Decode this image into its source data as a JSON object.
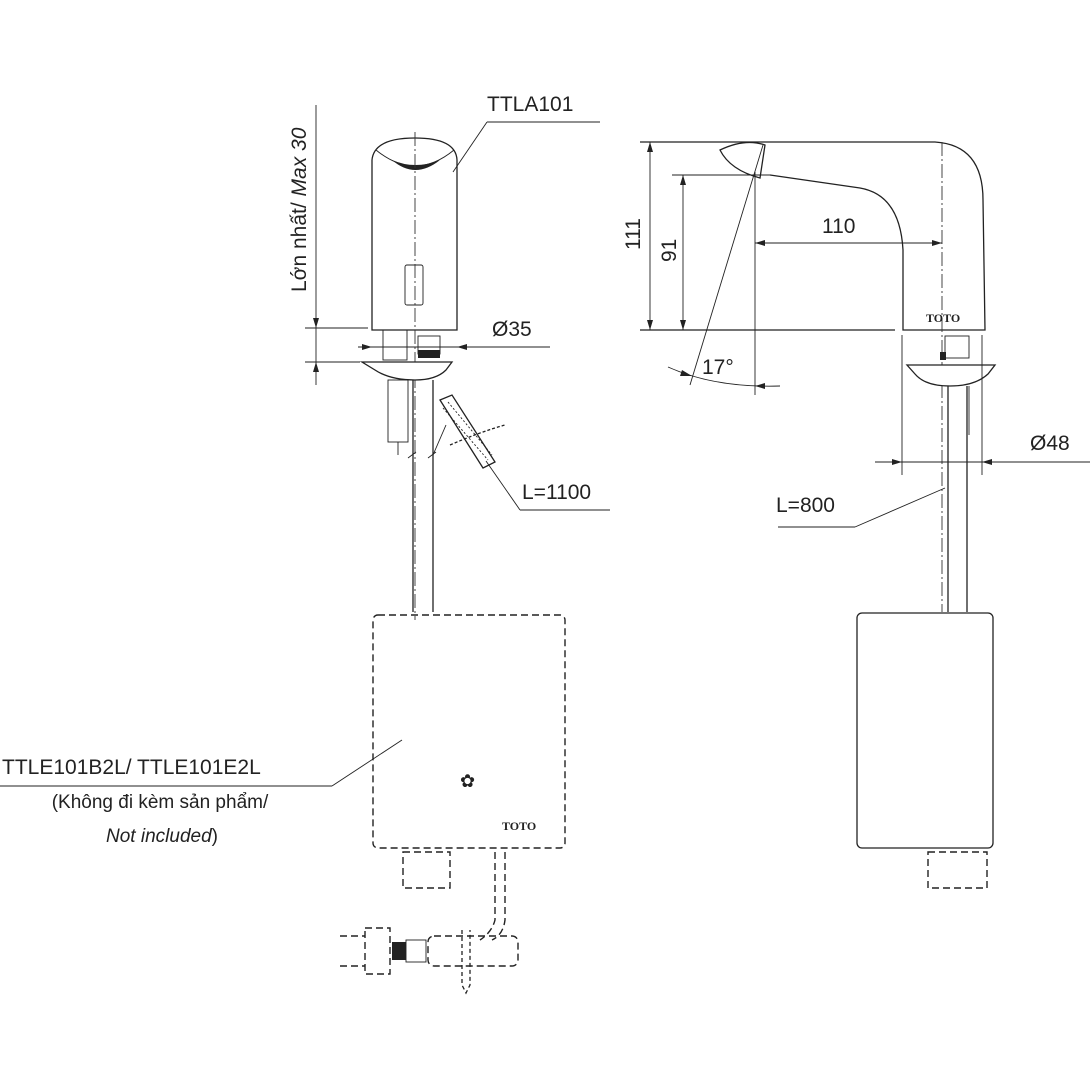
{
  "labels": {
    "max_height": "Lớn nhất/ ",
    "max_height_en": "Max 30",
    "sensor_model": "TTLA101",
    "diameter_left": "Ø35",
    "cable_length": "L=1100",
    "control_box_model": "TTLE101B2L/ TTLE101E2L",
    "not_included_vi": "(Không đi kèm sản phẩm/",
    "not_included_en": "Not included",
    "not_included_close": ")",
    "height_total": "111",
    "height_outlet": "91",
    "spout_reach": "110",
    "angle": "17°",
    "diameter_right": "Ø48",
    "hose_length": "L=800"
  },
  "logos": {
    "brand": "TOTO"
  }
}
